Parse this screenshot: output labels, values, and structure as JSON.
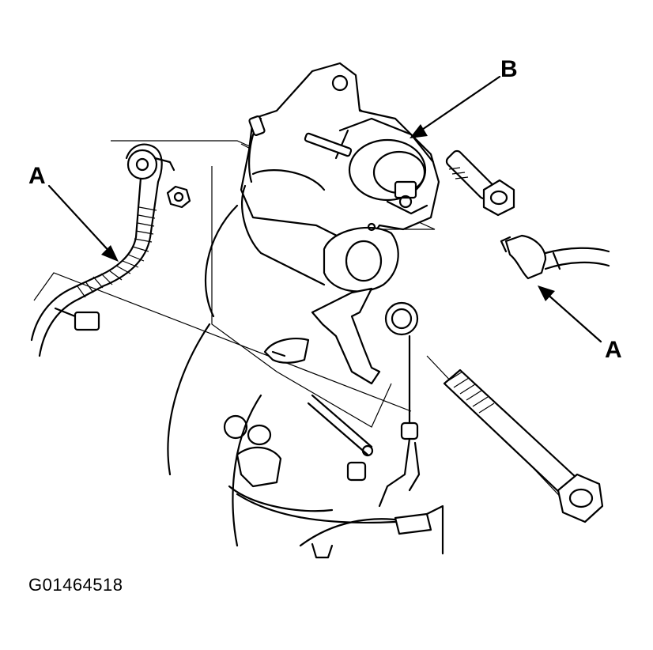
{
  "diagram": {
    "callouts": {
      "a_left": "A",
      "b": "B",
      "a_right": "A"
    },
    "figure_id": "G01464518"
  }
}
